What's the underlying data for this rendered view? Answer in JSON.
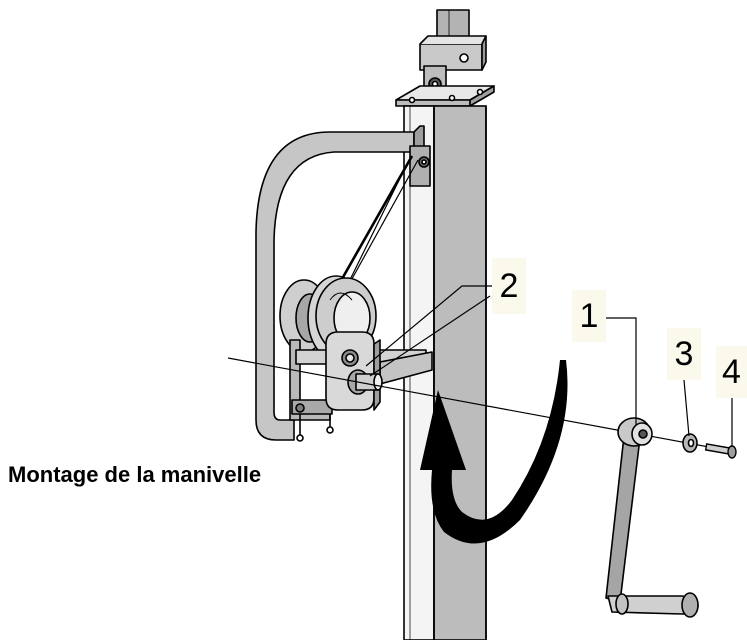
{
  "title": "Montage de la manivelle",
  "callouts": [
    {
      "id": "c1",
      "label": "1"
    },
    {
      "id": "c2",
      "label": "2"
    },
    {
      "id": "c3",
      "label": "3"
    },
    {
      "id": "c4",
      "label": "4"
    }
  ],
  "colors": {
    "metal": "#b9b9b9",
    "metal_dark": "#8c8c8c",
    "outline": "#000000",
    "callout_bg": "#fbf9ec",
    "arrow": "#000000"
  }
}
